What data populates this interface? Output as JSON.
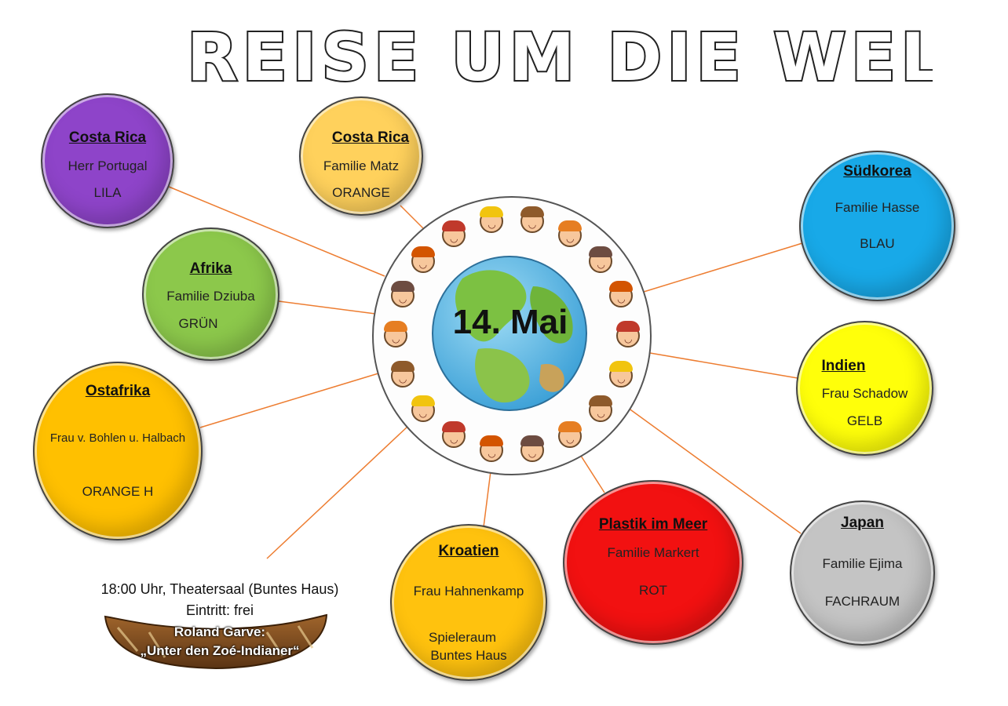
{
  "title": "REISE UM DIE WELT",
  "date": "14. Mai",
  "bubbles": [
    {
      "country": "Costa Rica",
      "person": "Herr Portugal",
      "room": "LILA",
      "color": "#8e44c9"
    },
    {
      "country": "Costa Rica",
      "person": "Familie Matz",
      "room": "ORANGE",
      "color": "#ffd15c"
    },
    {
      "country": "Südkorea",
      "person": "Familie Hasse",
      "room": "BLAU",
      "color": "#18a9e8"
    },
    {
      "country": "Afrika",
      "person": "Familie Dziuba",
      "room": "GRÜN",
      "color": "#8cc84b"
    },
    {
      "country": "Indien",
      "person": "Frau Schadow",
      "room": "GELB",
      "color": "#ffff0a"
    },
    {
      "country": "Ostafrika",
      "person": "Frau v. Bohlen u. Halbach",
      "room": "ORANGE H",
      "color": "#ffc000"
    },
    {
      "country": "Kroatien",
      "person": "Frau Hahnenkamp",
      "room": "Spieleraum",
      "room2": "Buntes Haus",
      "color": "#ffc20e"
    },
    {
      "country": "Plastik im Meer",
      "person": "Familie Markert",
      "room": "ROT",
      "color": "#f21111"
    },
    {
      "country": "Japan",
      "person": "Familie Ejima",
      "room": "FACHRAUM",
      "color": "#c4c4c4"
    }
  ],
  "event": {
    "time_place": "18:00 Uhr, Theatersaal (Buntes Haus)",
    "entry": "Eintritt: frei",
    "performer": "Roland Garve:",
    "show": "„Unter den Zoé-Indianer“"
  },
  "line_color": "#ed7d31"
}
